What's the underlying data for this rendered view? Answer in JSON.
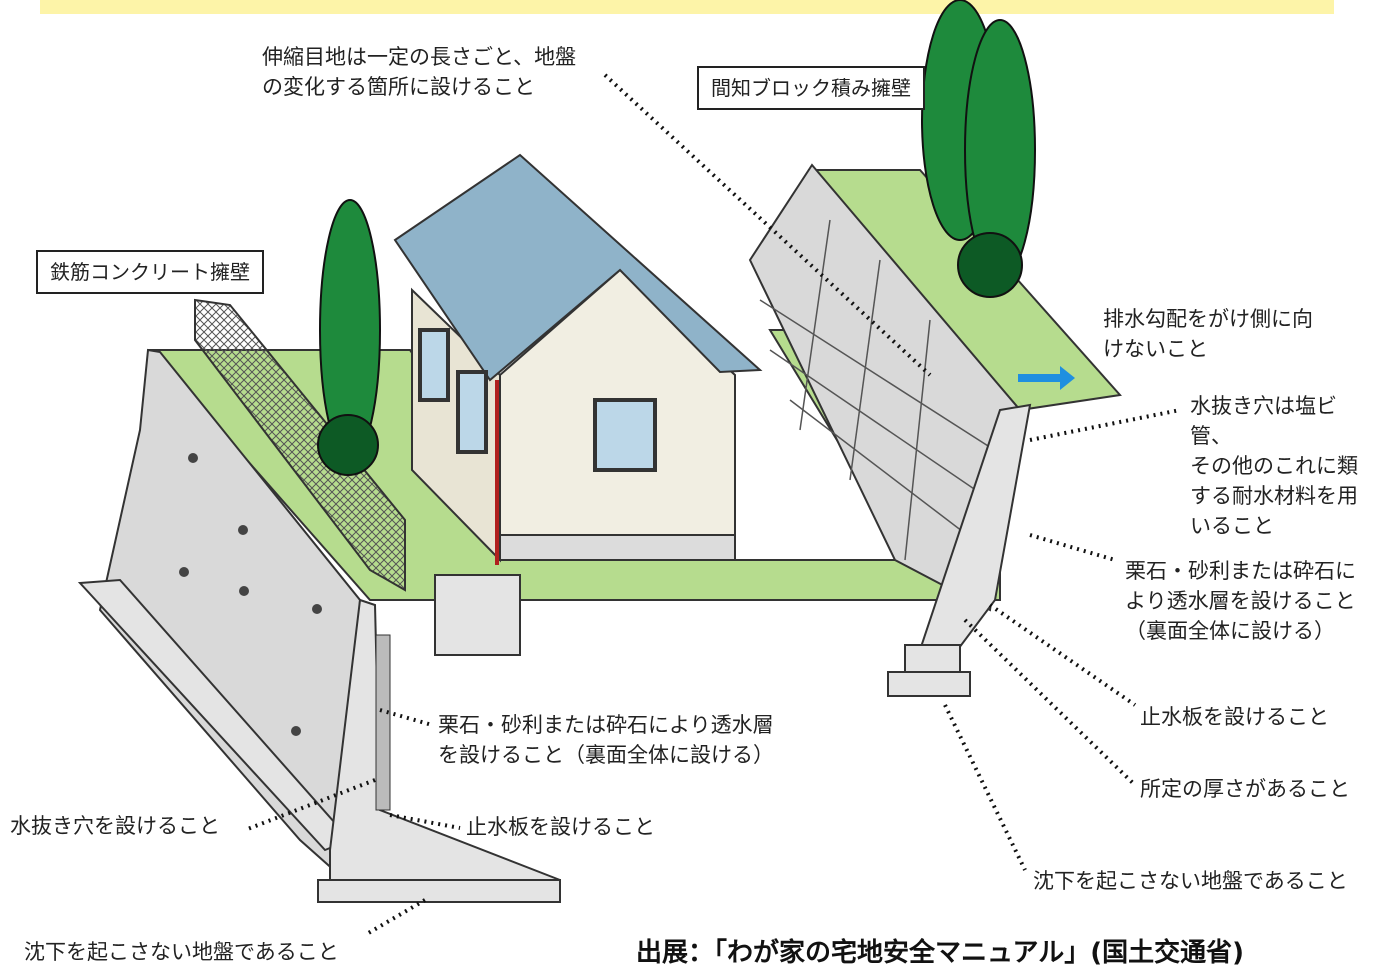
{
  "labels": {
    "expansion_joint": "伸縮目地は一定の長さごと、地盤\nの変化する箇所に設けること",
    "block_wall": "間知ブロック積み擁壁",
    "rc_wall": "鉄筋コンクリート擁壁",
    "drainage_slope": "排水勾配をがけ側に向\nけないこと",
    "weep_hole_material": "水抜き穴は塩ビ管、\nその他のこれに類\nする耐水材料を用\nいること",
    "permeable_layer_right": "栗石・砂利または砕石に\nより透水層を設けること\n（裏面全体に設ける）",
    "waterstop_right": "止水板を設けること",
    "thickness": "所定の厚さがあること",
    "ground_right": "沈下を起こさない地盤であること",
    "permeable_layer_left": "栗石・砂利または砕石により透水層\nを設けること（裏面全体に設ける）",
    "weep_hole_left": "水抜き穴を設けること",
    "waterstop_left": "止水板を設けること",
    "ground_left": "沈下を起こさない地盤であること",
    "source": "出展：「わが家の宅地安全マニュアル」(国土交通省)"
  },
  "colors": {
    "banner": "#fdf4a8",
    "grass": "#b6dc8e",
    "tree": "#1e8a3c",
    "tree_dark": "#0d5a25",
    "concrete": "#d9d9d9",
    "roof": "#8fb3c9",
    "house_wall": "#f1eee2",
    "arrow": "#1f8fe0"
  }
}
